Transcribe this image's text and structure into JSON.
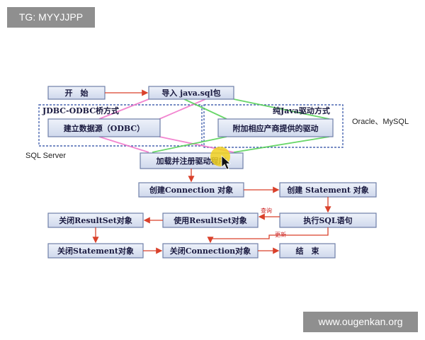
{
  "watermarks": {
    "top_left": "TG: MYYJJPP",
    "bottom_right": "www.ougenkan.org"
  },
  "diagram": {
    "nodes": {
      "start": "开　始",
      "import": "导入 java.sql包",
      "odbc": "建立数据源（ODBC）",
      "vendor": "附加相应产商提供的驱动",
      "load": "加载并注册驱动程序",
      "conn": "创建Connection 对象",
      "stmt": "创建 Statement 对象",
      "exec": "执行SQL语句",
      "use_rs": "使用ResultSet对象",
      "close_rs": "关闭ResultSet对象",
      "close_stmt": "关闭Statement对象",
      "close_conn": "关闭Connection对象",
      "end": "结　束"
    },
    "groups": {
      "jdbc_odbc": "JDBC-ODBC桥方式",
      "pure_java": "纯Java驱动方式"
    },
    "side_labels": {
      "sql_server": "SQL Server",
      "oracle_mysql": "Oracle、MySQL"
    },
    "edge_labels": {
      "query": "查询",
      "update": "更新"
    },
    "colors": {
      "box_fill": "#dfe6f4",
      "box_border": "#6f7fa8",
      "arrow": "#d9412b",
      "group_border": "#4a66b0",
      "pink_line": "#f070c8",
      "green_line": "#50d050",
      "cursor_highlight": "#f0d020"
    }
  }
}
